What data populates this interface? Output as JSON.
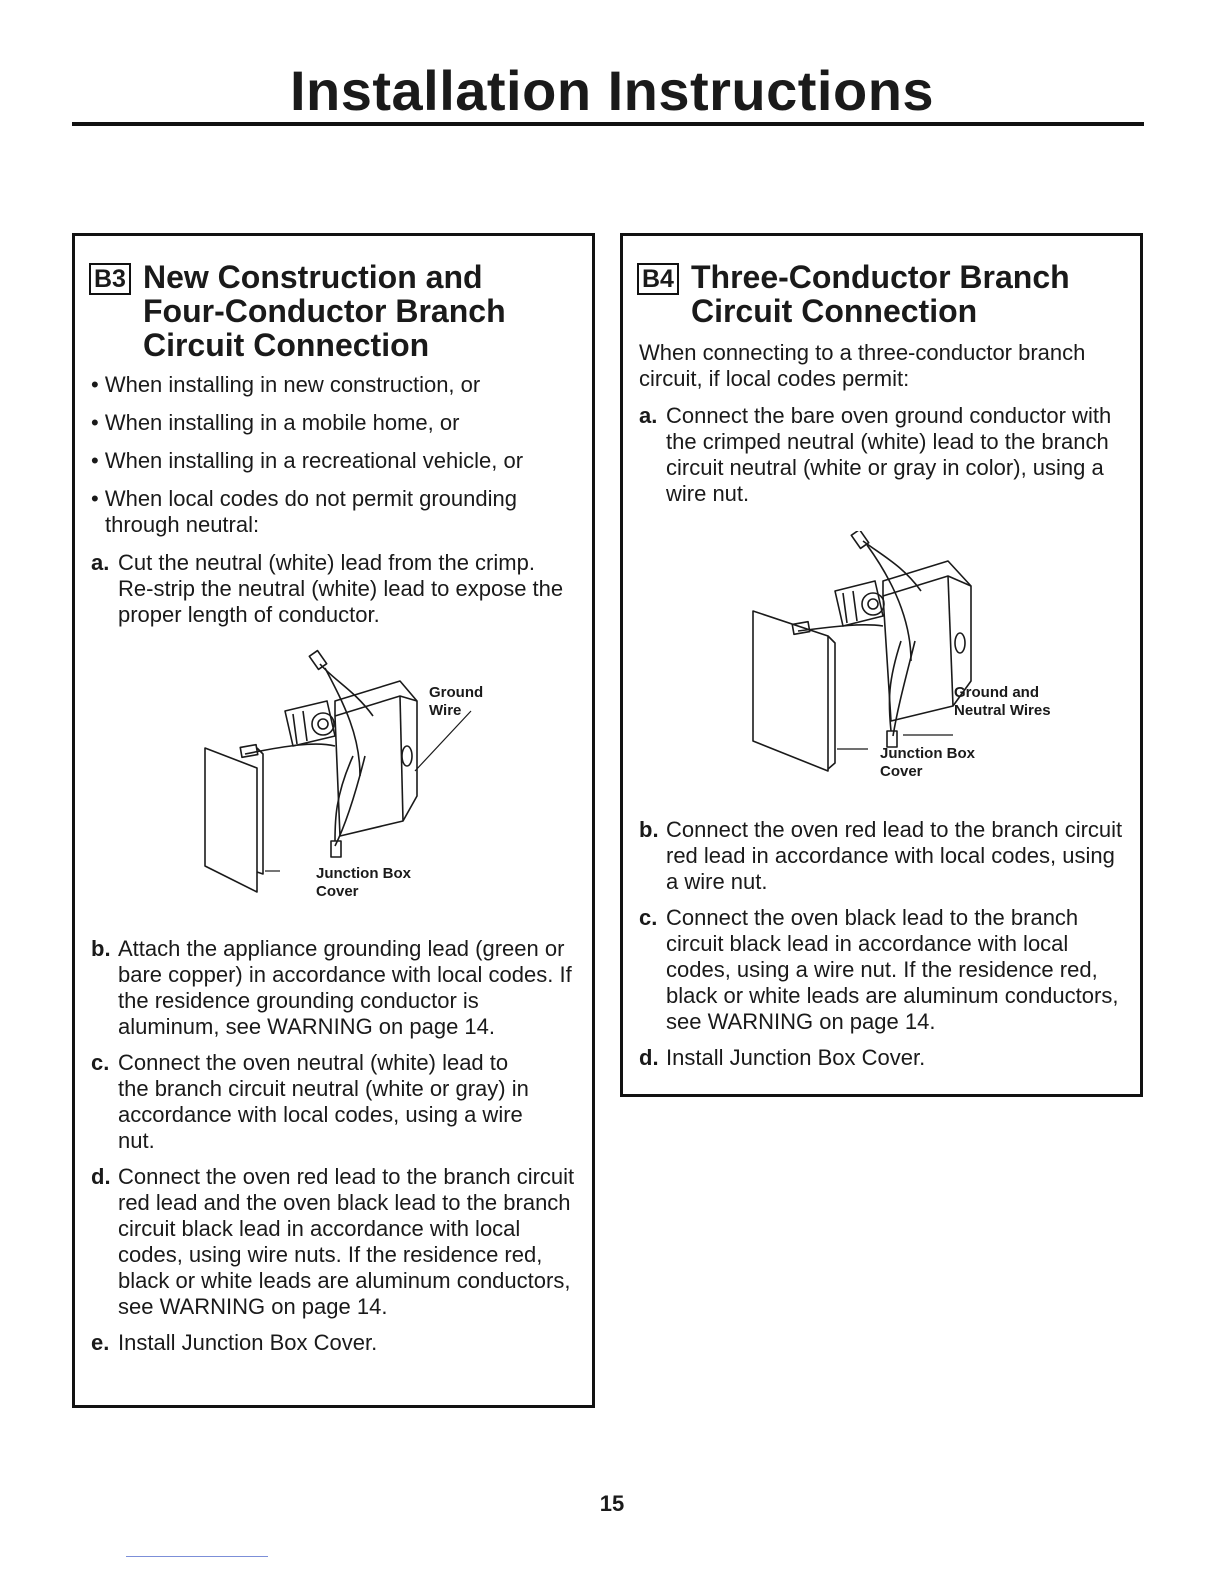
{
  "page": {
    "title": "Installation Instructions",
    "page_number": "15"
  },
  "b3": {
    "badge": "B3",
    "title_lines": [
      "New Construction and",
      "Four-Conductor Branch",
      "Circuit Connection"
    ],
    "bullets": [
      "• When installing in new construction, or",
      "• When installing in a mobile home, or",
      "• When installing in a recreational vehicle, or",
      "• When local codes do not permit grounding through neutral:"
    ],
    "steps_before": [
      {
        "letter": "a.",
        "text": "Cut the neutral (white) lead from the crimp. Re-strip the neutral (white) lead to expose the proper length of conductor."
      }
    ],
    "figure_labels": {
      "ground_line1": "Ground",
      "ground_line2": "Wire",
      "cover_line1": "Junction Box",
      "cover_line2": "Cover"
    },
    "steps_after": [
      {
        "letter": "b.",
        "text": "Attach the appliance grounding lead (green or bare copper) in accordance with local codes. If the residence grounding conductor is aluminum, see WARNING on page 14."
      },
      {
        "letter": "c.",
        "text": "Connect the oven neutral (white) lead to the branch circuit neutral (white or gray) in accordance with local codes, using a wire nut."
      },
      {
        "letter": "d.",
        "text": "Connect the oven red lead to the branch circuit red lead and the oven black lead to the branch circuit black lead in accordance with local codes, using wire nuts. If the residence red, black or white leads are aluminum conductors, see WARNING on page 14."
      },
      {
        "letter": "e.",
        "text": "Install Junction Box Cover."
      }
    ]
  },
  "b4": {
    "badge": "B4",
    "title_lines": [
      "Three-Conductor Branch",
      "Circuit Connection"
    ],
    "intro": "When connecting to a three-conductor branch circuit, if local codes permit:",
    "steps_before": [
      {
        "letter": "a.",
        "text": "Connect the bare oven ground conductor with the crimped neutral (white) lead to the branch circuit neutral (white or gray in color), using a wire nut."
      }
    ],
    "figure_labels": {
      "ground_line1": "Ground and",
      "ground_line2": "Neutral Wires",
      "cover_line1": "Junction Box",
      "cover_line2": "Cover"
    },
    "steps_after": [
      {
        "letter": "b.",
        "text": "Connect the oven red lead to the branch circuit red lead in accordance with local codes, using a wire nut."
      },
      {
        "letter": "c.",
        "text": "Connect the oven black lead to the branch circuit black lead in accordance with local codes, using a wire nut. If the residence red, black or white leads are aluminum conductors, see WARNING on page 14."
      },
      {
        "letter": "d.",
        "text": "Install Junction Box Cover."
      }
    ]
  }
}
